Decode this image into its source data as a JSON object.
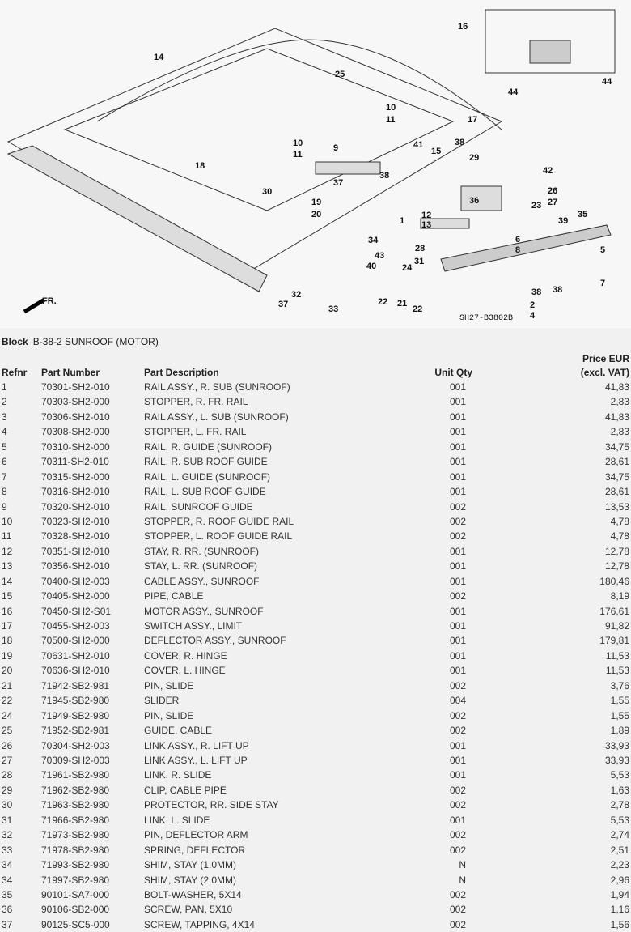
{
  "diagram": {
    "callouts": [
      "14",
      "25",
      "16",
      "44",
      "44",
      "10",
      "11",
      "41",
      "17",
      "38",
      "15",
      "9",
      "10",
      "11",
      "38",
      "37",
      "19",
      "20",
      "29",
      "42",
      "18",
      "30",
      "36",
      "26",
      "27",
      "23",
      "12",
      "13",
      "1",
      "34",
      "35",
      "39",
      "6",
      "8",
      "5",
      "7",
      "43",
      "24",
      "31",
      "28",
      "40",
      "32",
      "37",
      "33",
      "22",
      "21",
      "22",
      "38",
      "2",
      "4",
      "38"
    ],
    "drawing_code": "SH27-B3802B",
    "front_label": "FR."
  },
  "block": {
    "label": "Block",
    "title": "B-38-2 SUNROOF (MOTOR)"
  },
  "table": {
    "headers": {
      "refnr": "Refnr",
      "part_number": "Part Number",
      "description": "Part Description",
      "qty": "Unit Qty",
      "price_line1": "Price EUR",
      "price_line2": "(excl. VAT)"
    },
    "rows": [
      [
        "1",
        "70301-SH2-010",
        "RAIL ASSY., R. SUB (SUNROOF)",
        "001",
        "41,83"
      ],
      [
        "2",
        "70303-SH2-000",
        "STOPPER, R. FR. RAIL",
        "001",
        "2,83"
      ],
      [
        "3",
        "70306-SH2-010",
        "RAIL ASSY., L. SUB (SUNROOF)",
        "001",
        "41,83"
      ],
      [
        "4",
        "70308-SH2-000",
        "STOPPER, L. FR. RAIL",
        "001",
        "2,83"
      ],
      [
        "5",
        "70310-SH2-000",
        "RAIL, R. GUIDE (SUNROOF)",
        "001",
        "34,75"
      ],
      [
        "6",
        "70311-SH2-010",
        "RAIL, R. SUB ROOF GUIDE",
        "001",
        "28,61"
      ],
      [
        "7",
        "70315-SH2-000",
        "RAIL, L. GUIDE (SUNROOF)",
        "001",
        "34,75"
      ],
      [
        "8",
        "70316-SH2-010",
        "RAIL, L. SUB ROOF GUIDE",
        "001",
        "28,61"
      ],
      [
        "9",
        "70320-SH2-010",
        "RAIL, SUNROOF GUIDE",
        "002",
        "13,53"
      ],
      [
        "10",
        "70323-SH2-010",
        "STOPPER, R. ROOF GUIDE RAIL",
        "002",
        "4,78"
      ],
      [
        "11",
        "70328-SH2-010",
        "STOPPER, L. ROOF GUIDE RAIL",
        "002",
        "4,78"
      ],
      [
        "12",
        "70351-SH2-010",
        "STAY, R. RR. (SUNROOF)",
        "001",
        "12,78"
      ],
      [
        "13",
        "70356-SH2-010",
        "STAY, L. RR. (SUNROOF)",
        "001",
        "12,78"
      ],
      [
        "14",
        "70400-SH2-003",
        "CABLE ASSY., SUNROOF",
        "001",
        "180,46"
      ],
      [
        "15",
        "70405-SH2-000",
        "PIPE, CABLE",
        "002",
        "8,19"
      ],
      [
        "16",
        "70450-SH2-S01",
        "MOTOR ASSY., SUNROOF",
        "001",
        "176,61"
      ],
      [
        "17",
        "70455-SH2-003",
        "SWITCH ASSY., LIMIT",
        "001",
        "91,82"
      ],
      [
        "18",
        "70500-SH2-000",
        "DEFLECTOR ASSY., SUNROOF",
        "001",
        "179,81"
      ],
      [
        "19",
        "70631-SH2-010",
        "COVER, R. HINGE",
        "001",
        "11,53"
      ],
      [
        "20",
        "70636-SH2-010",
        "COVER, L. HINGE",
        "001",
        "11,53"
      ],
      [
        "21",
        "71942-SB2-981",
        "PIN, SLIDE",
        "002",
        "3,76"
      ],
      [
        "22",
        "71945-SB2-980",
        "SLIDER",
        "004",
        "1,55"
      ],
      [
        "24",
        "71949-SB2-980",
        "PIN, SLIDE",
        "002",
        "1,55"
      ],
      [
        "25",
        "71952-SB2-981",
        "GUIDE, CABLE",
        "002",
        "1,89"
      ],
      [
        "26",
        "70304-SH2-003",
        "LINK ASSY., R. LIFT UP",
        "001",
        "33,93"
      ],
      [
        "27",
        "70309-SH2-003",
        "LINK ASSY., L. LIFT UP",
        "001",
        "33,93"
      ],
      [
        "28",
        "71961-SB2-980",
        "LINK, R. SLIDE",
        "001",
        "5,53"
      ],
      [
        "29",
        "71962-SB2-980",
        "CLIP, CABLE PIPE",
        "002",
        "1,63"
      ],
      [
        "30",
        "71963-SB2-980",
        "PROTECTOR, RR. SIDE STAY",
        "002",
        "2,78"
      ],
      [
        "31",
        "71966-SB2-980",
        "LINK, L. SLIDE",
        "001",
        "5,53"
      ],
      [
        "32",
        "71973-SB2-980",
        "PIN, DEFLECTOR ARM",
        "002",
        "2,74"
      ],
      [
        "33",
        "71978-SB2-980",
        "SPRING, DEFLECTOR",
        "002",
        "2,51"
      ],
      [
        "34",
        "71993-SB2-980",
        "SHIM, STAY (1.0MM)",
        "N",
        "2,23"
      ],
      [
        "34",
        "71997-SB2-980",
        "SHIM, STAY (2.0MM)",
        "N",
        "2,96"
      ],
      [
        "35",
        "90101-SA7-000",
        "BOLT-WASHER, 5X14",
        "002",
        "1,94"
      ],
      [
        "36",
        "90106-SB2-000",
        "SCREW, PAN, 5X10",
        "002",
        "1,16"
      ],
      [
        "37",
        "90125-SC5-000",
        "SCREW, TAPPING, 4X14",
        "002",
        "1,56"
      ]
    ]
  }
}
